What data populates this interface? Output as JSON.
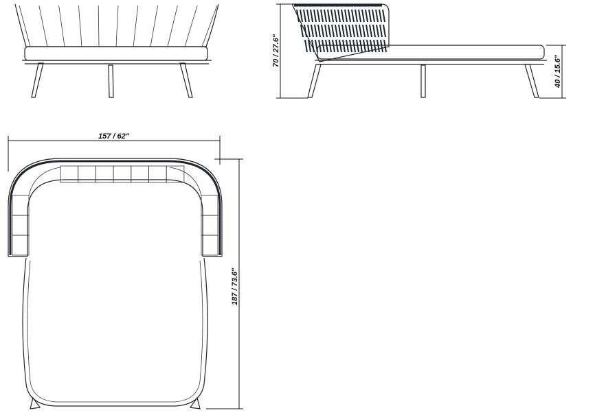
{
  "dimensions": {
    "width": "157 / 62\"",
    "depth": "187 / 73.6\"",
    "height": "70 / 27.6\"",
    "seat_height": "40 / 15.6\""
  },
  "colors": {
    "line": "#222222",
    "rope": "#1c2530",
    "background": "#ffffff"
  }
}
